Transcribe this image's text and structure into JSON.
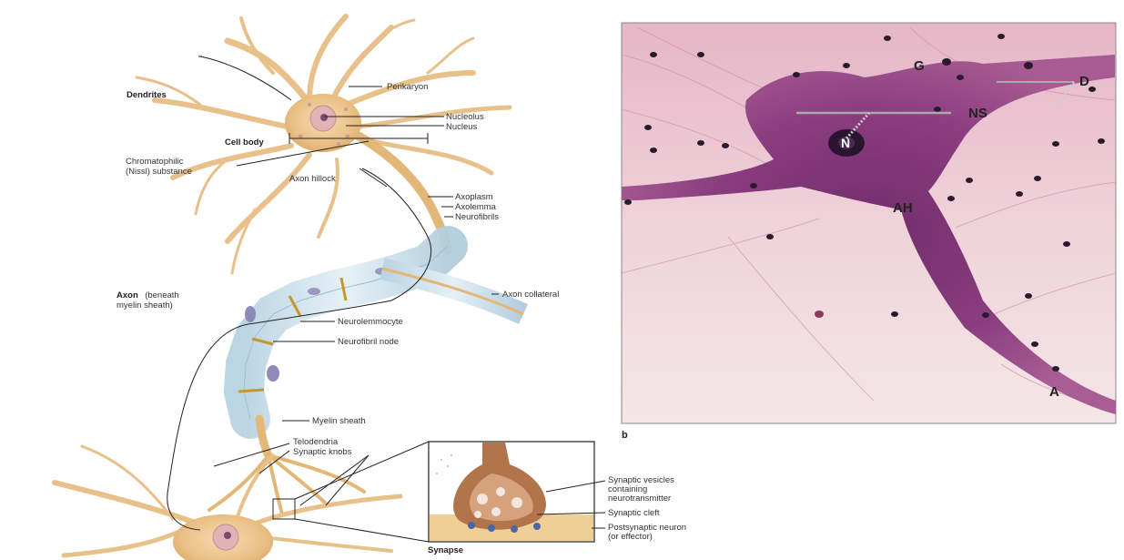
{
  "diagram": {
    "labels": {
      "dendrites": "Dendrites",
      "perikaryon": "Perikaryon",
      "nucleolus": "Nucleolus",
      "nucleus": "Nucleus",
      "cell_body": "Cell body",
      "chromatophilic_1": "Chromatophilic",
      "chromatophilic_2": "(Nissl) substance",
      "axon_hillock": "Axon hillock",
      "axoplasm": "Axoplasm",
      "axolemma": "Axolemma",
      "neurofibrils": "Neurofibrils",
      "axon_bold": "Axon",
      "axon_rest": "(beneath",
      "axon_line2": "myelin sheath)",
      "axon_collateral": "Axon collateral",
      "neurolemmocyte": "Neurolemmocyte",
      "neurofibril_node": "Neurofibril node",
      "myelin_sheath": "Myelin sheath",
      "telodendria": "Telodendria",
      "synaptic_knobs": "Synaptic knobs",
      "synapse": "Synapse",
      "vesicles_1": "Synaptic vesicles",
      "vesicles_2": "containing",
      "vesicles_3": "neurotransmitter",
      "synaptic_cleft": "Synaptic cleft",
      "postsynaptic_1": "Postsynaptic neuron",
      "postsynaptic_2": "(or effector)"
    },
    "micrograph": {
      "panel_letter": "b",
      "labels": {
        "g": "G",
        "d": "D",
        "ns": "NS",
        "n": "N",
        "ah": "AH",
        "a": "A"
      }
    },
    "colors": {
      "neuron_body": "#e3b777",
      "neuron_fill": "#f2d29c",
      "myelin": "#cfe3ee",
      "stain_bg": "#e9c3cf",
      "stain_cell": "#7d2d6d",
      "stain_nucleus": "#2a1530"
    }
  }
}
